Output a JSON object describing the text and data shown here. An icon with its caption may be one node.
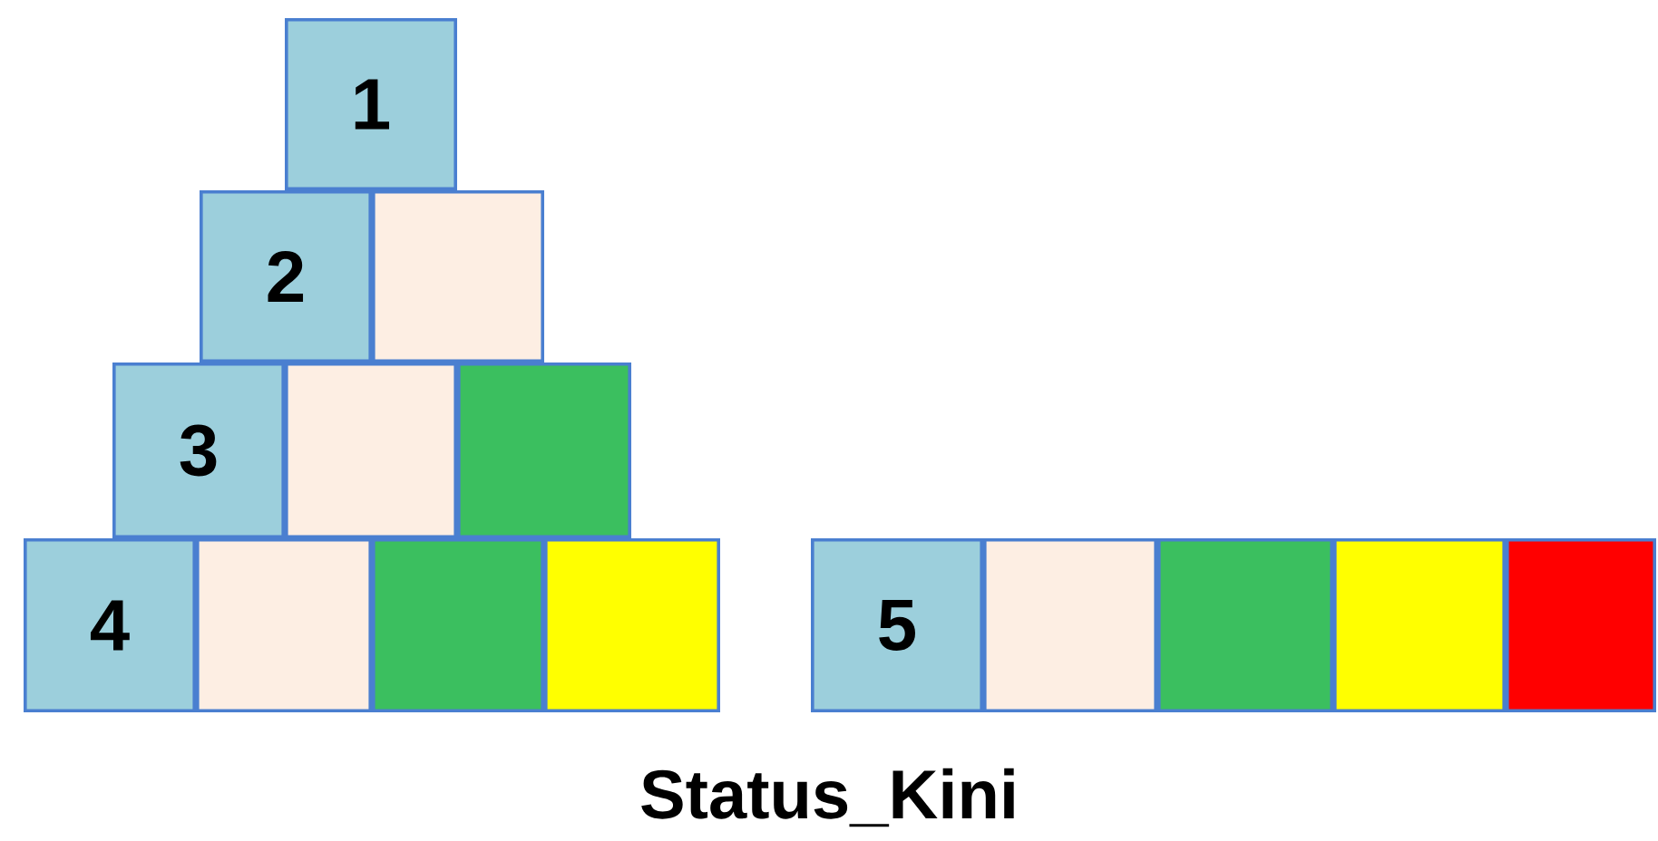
{
  "diagram": {
    "caption": "Status_Kini",
    "nodes": [
      {
        "text": [
          "1"
        ]
      },
      {
        "text": [
          "2"
        ]
      },
      {
        "text": [],
        "shape": "box"
      },
      {
        "text": [
          "3"
        ]
      },
      {
        "text": [],
        "shape": "box"
      },
      {
        "text": [],
        "shape": "box"
      },
      {
        "text": [
          "4"
        ]
      },
      {
        "text": [],
        "shape": "box"
      },
      {
        "text": [],
        "shape": "box"
      },
      {
        "text": [],
        "shape": "box"
      },
      {
        "text": [
          "5"
        ]
      },
      {
        "text": [],
        "shape": "box"
      },
      {
        "text": [],
        "shape": "box"
      },
      {
        "text": [],
        "shape": "box"
      },
      {
        "text": [],
        "shape": "box"
      }
    ]
  }
}
